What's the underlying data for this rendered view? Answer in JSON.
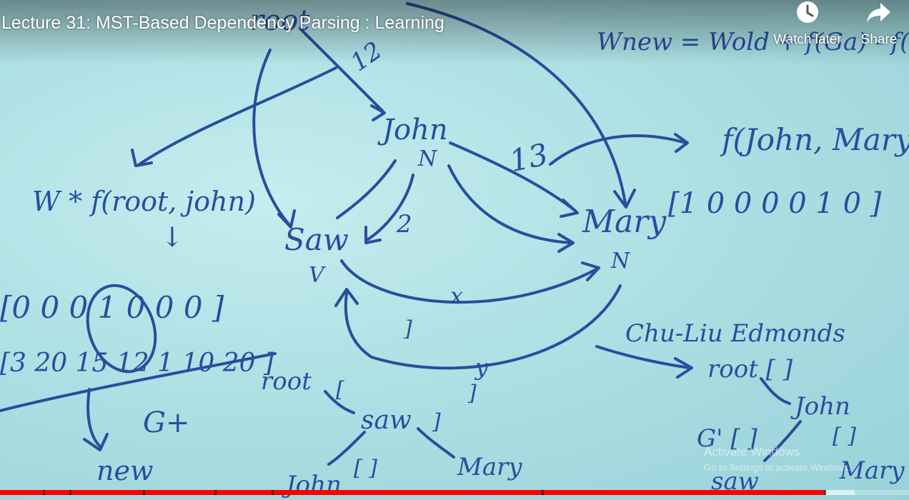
{
  "video": {
    "title": "Lecture 31: MST-Based Dependency Parsing : Learning",
    "watch_later_label": "Watch later",
    "share_label": "Share",
    "progress_played": 0.907,
    "progress_loaded": 0.94,
    "played_color": "#ff0000"
  },
  "watermark": {
    "line1": "Activate Windows",
    "line2": "Go to Settings to activate Windows."
  },
  "board": {
    "formula": "Wnew = Wold + f(Ga) - f(G')",
    "root_top": "root",
    "weight_12": "12",
    "john": "John",
    "john_tag": "N",
    "weight_13": "13",
    "f_john_mary": "f(John, Mary)",
    "score_left": "W * f(root, john)",
    "down_arrow": "↓",
    "saw": "Saw",
    "saw_tag": "V",
    "weight_2": "2",
    "mary": "Mary",
    "mary_tag": "N",
    "vec_mary": "[1 0 0 0 0 1 0 ]",
    "vec1": "[0 0 0 1 0 0 0 ]",
    "vec2": "[3 20 15 12 1 10 20 ]",
    "label_x": "x",
    "label_bracket1": "]",
    "label_y": "y",
    "label_bracket2": "]",
    "chu_liu": "Chu-Liu Edmonds",
    "g_plus": "G+",
    "new_label": "new",
    "tree_root": "root",
    "tree_saw": "saw",
    "tree_john": "John",
    "tree_mary": "Mary",
    "tree_bracket_a": "[",
    "tree_bracket_b": "]",
    "tree_bracket_c": "[ ]",
    "right_root": "root [ ]",
    "right_john": "John",
    "right_gprime": "G' [ ]",
    "right_saw": "saw",
    "right_mary": "Mary",
    "right_bracket": "[ ]"
  }
}
